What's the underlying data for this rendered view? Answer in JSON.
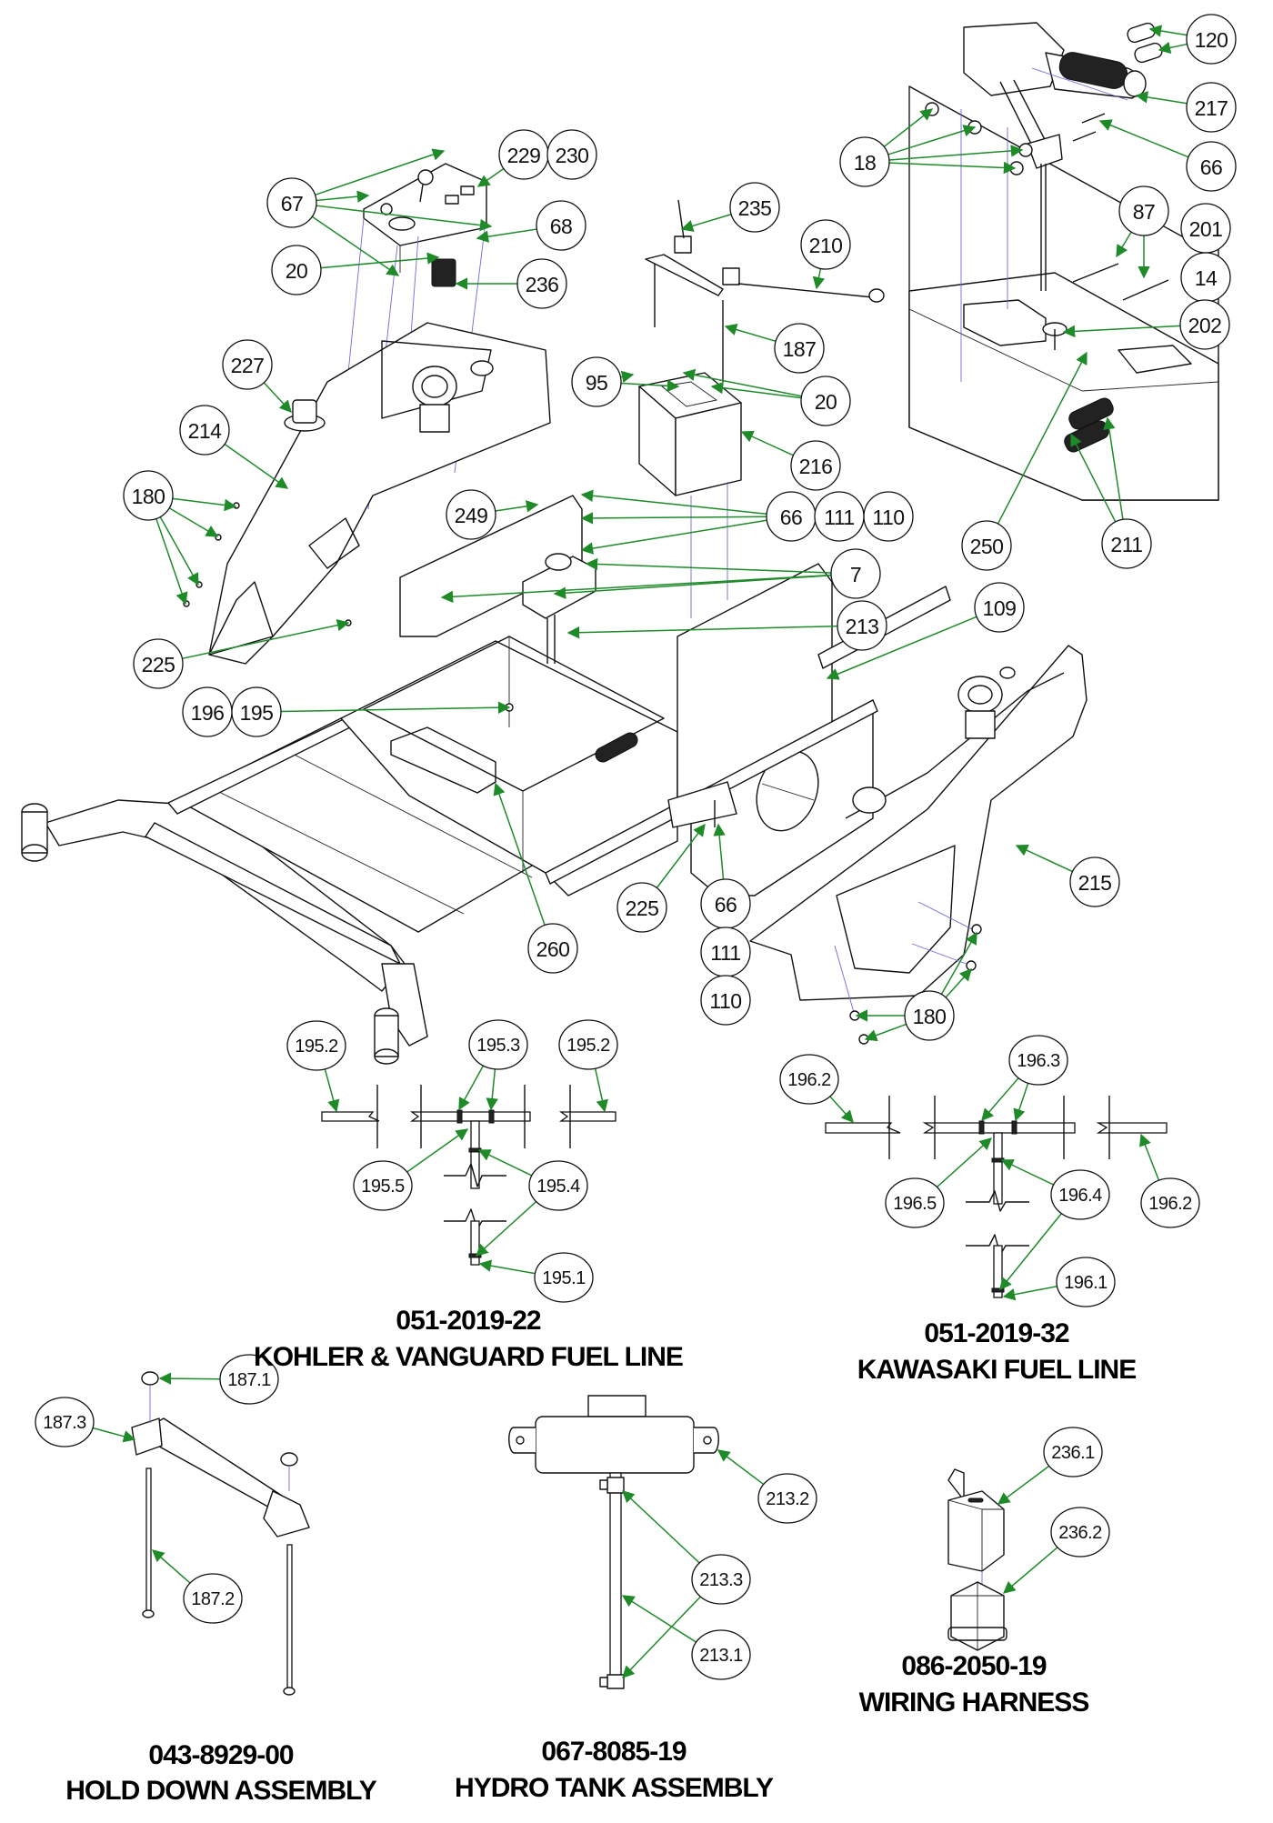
{
  "diagram": {
    "title": "Mower frame exploded parts diagram",
    "colors": {
      "leader": "#1f8a2a",
      "explode_line": "#6b6bdc",
      "line_art": "#111111",
      "background": "#ffffff"
    },
    "callouts": [
      {
        "id": "c120",
        "label": "120"
      },
      {
        "id": "c217",
        "label": "217"
      },
      {
        "id": "c66a",
        "label": "66"
      },
      {
        "id": "c18",
        "label": "18"
      },
      {
        "id": "c87",
        "label": "87"
      },
      {
        "id": "c201",
        "label": "201"
      },
      {
        "id": "c14",
        "label": "14"
      },
      {
        "id": "c202",
        "label": "202"
      },
      {
        "id": "c250",
        "label": "250"
      },
      {
        "id": "c211",
        "label": "211"
      },
      {
        "id": "c229",
        "label": "229"
      },
      {
        "id": "c230",
        "label": "230"
      },
      {
        "id": "c67",
        "label": "67"
      },
      {
        "id": "c68",
        "label": "68"
      },
      {
        "id": "c20a",
        "label": "20"
      },
      {
        "id": "c236",
        "label": "236"
      },
      {
        "id": "c235",
        "label": "235"
      },
      {
        "id": "c210",
        "label": "210"
      },
      {
        "id": "c187",
        "label": "187"
      },
      {
        "id": "c95",
        "label": "95"
      },
      {
        "id": "c20b",
        "label": "20"
      },
      {
        "id": "c216",
        "label": "216"
      },
      {
        "id": "c227",
        "label": "227"
      },
      {
        "id": "c214",
        "label": "214"
      },
      {
        "id": "c180a",
        "label": "180"
      },
      {
        "id": "c249",
        "label": "249"
      },
      {
        "id": "c66b",
        "label": "66"
      },
      {
        "id": "c111a",
        "label": "111"
      },
      {
        "id": "c110a",
        "label": "110"
      },
      {
        "id": "c7",
        "label": "7"
      },
      {
        "id": "c225a",
        "label": "225"
      },
      {
        "id": "c213",
        "label": "213"
      },
      {
        "id": "c109",
        "label": "109"
      },
      {
        "id": "c196",
        "label": "196"
      },
      {
        "id": "c195",
        "label": "195"
      },
      {
        "id": "c225b",
        "label": "225"
      },
      {
        "id": "c66c",
        "label": "66"
      },
      {
        "id": "c111b",
        "label": "111"
      },
      {
        "id": "c110b",
        "label": "110"
      },
      {
        "id": "c215",
        "label": "215"
      },
      {
        "id": "c260",
        "label": "260"
      },
      {
        "id": "c180b",
        "label": "180"
      },
      {
        "id": "c1952a",
        "label": "195.2"
      },
      {
        "id": "c1953",
        "label": "195.3"
      },
      {
        "id": "c1952b",
        "label": "195.2"
      },
      {
        "id": "c1955",
        "label": "195.5"
      },
      {
        "id": "c1954",
        "label": "195.4"
      },
      {
        "id": "c1951",
        "label": "195.1"
      },
      {
        "id": "c1962a",
        "label": "196.2"
      },
      {
        "id": "c1963",
        "label": "196.3"
      },
      {
        "id": "c1962b",
        "label": "196.2"
      },
      {
        "id": "c1965",
        "label": "196.5"
      },
      {
        "id": "c1964",
        "label": "196.4"
      },
      {
        "id": "c1961",
        "label": "196.1"
      },
      {
        "id": "c1871",
        "label": "187.1"
      },
      {
        "id": "c1873",
        "label": "187.3"
      },
      {
        "id": "c1872",
        "label": "187.2"
      },
      {
        "id": "c2132",
        "label": "213.2"
      },
      {
        "id": "c2133",
        "label": "213.3"
      },
      {
        "id": "c2131",
        "label": "213.1"
      },
      {
        "id": "c2361",
        "label": "236.1"
      },
      {
        "id": "c2362",
        "label": "236.2"
      }
    ],
    "assemblies": [
      {
        "part_number": "051-2019-22",
        "name": "KOHLER & VANGUARD FUEL LINE"
      },
      {
        "part_number": "051-2019-32",
        "name": "KAWASAKI FUEL LINE"
      },
      {
        "part_number": "043-8929-00",
        "name": "HOLD DOWN ASSEMBLY"
      },
      {
        "part_number": "067-8085-19",
        "name": "HYDRO TANK ASSEMBLY"
      },
      {
        "part_number": "086-2050-19",
        "name": "WIRING HARNESS"
      }
    ]
  }
}
